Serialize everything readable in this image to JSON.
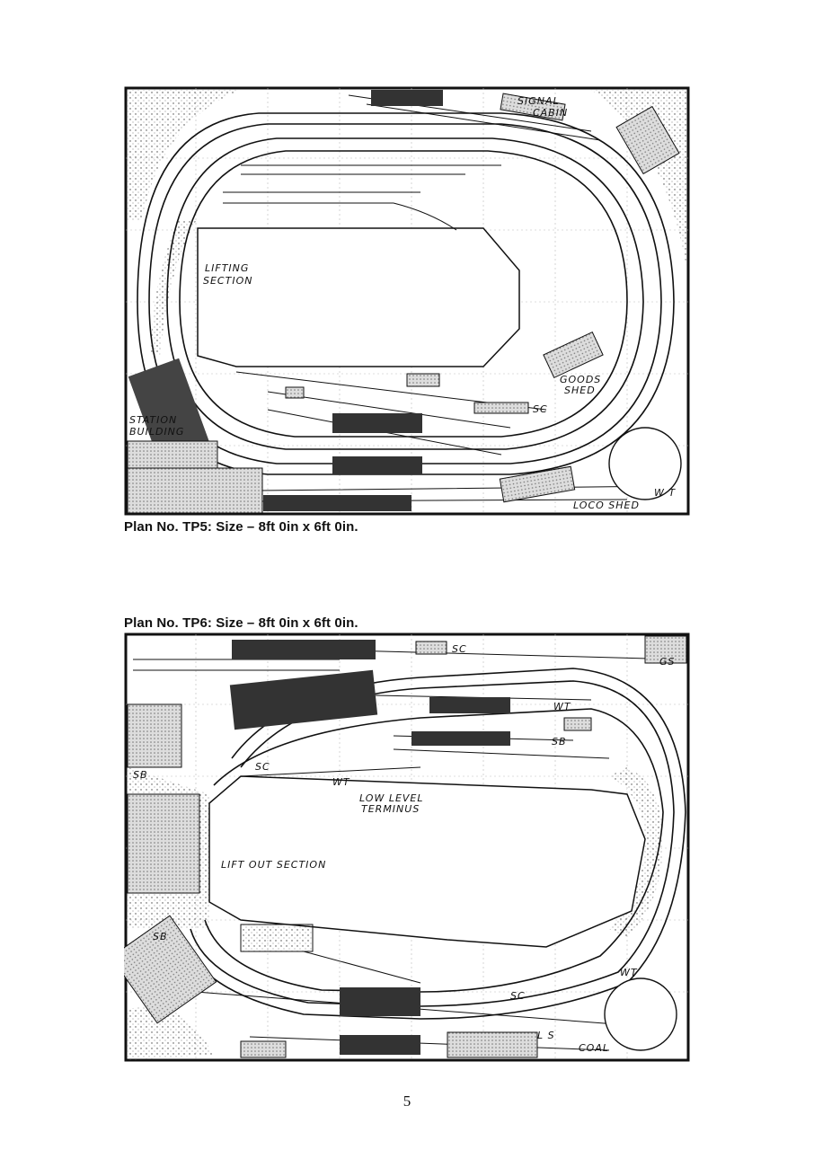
{
  "plans": [
    {
      "caption": "Plan No. TP5: Size – 8ft 0in x 6ft 0in.",
      "labels": {
        "signal_cabin_1": "SIGNAL",
        "signal_cabin_2": "CABIN",
        "lifting_1": "LIFTING",
        "lifting_2": "SECTION",
        "goods_1": "GOODS",
        "goods_2": "SHED",
        "sc": "SC",
        "station_1": "STATION",
        "station_2": "BUILDING",
        "loco_shed": "LOCO SHED",
        "wt": "W T"
      }
    },
    {
      "caption": "Plan No. TP6: Size – 8ft 0in x 6ft 0in.",
      "labels": {
        "sc_top": "SC",
        "gs": "GS",
        "wt_top": "WT",
        "sb_mid": "SB",
        "sc_left": "SC",
        "wt_left": "WT",
        "sb_left": "SB",
        "low_level_1": "LOW LEVEL",
        "low_level_2": "TERMINUS",
        "lift_out": "LIFT OUT SECTION",
        "sb_bottom": "SB",
        "wt_right": "WT",
        "sc_bottom": "SC",
        "ls": "L S",
        "coal": "COAL"
      }
    }
  ],
  "page_number": "5"
}
